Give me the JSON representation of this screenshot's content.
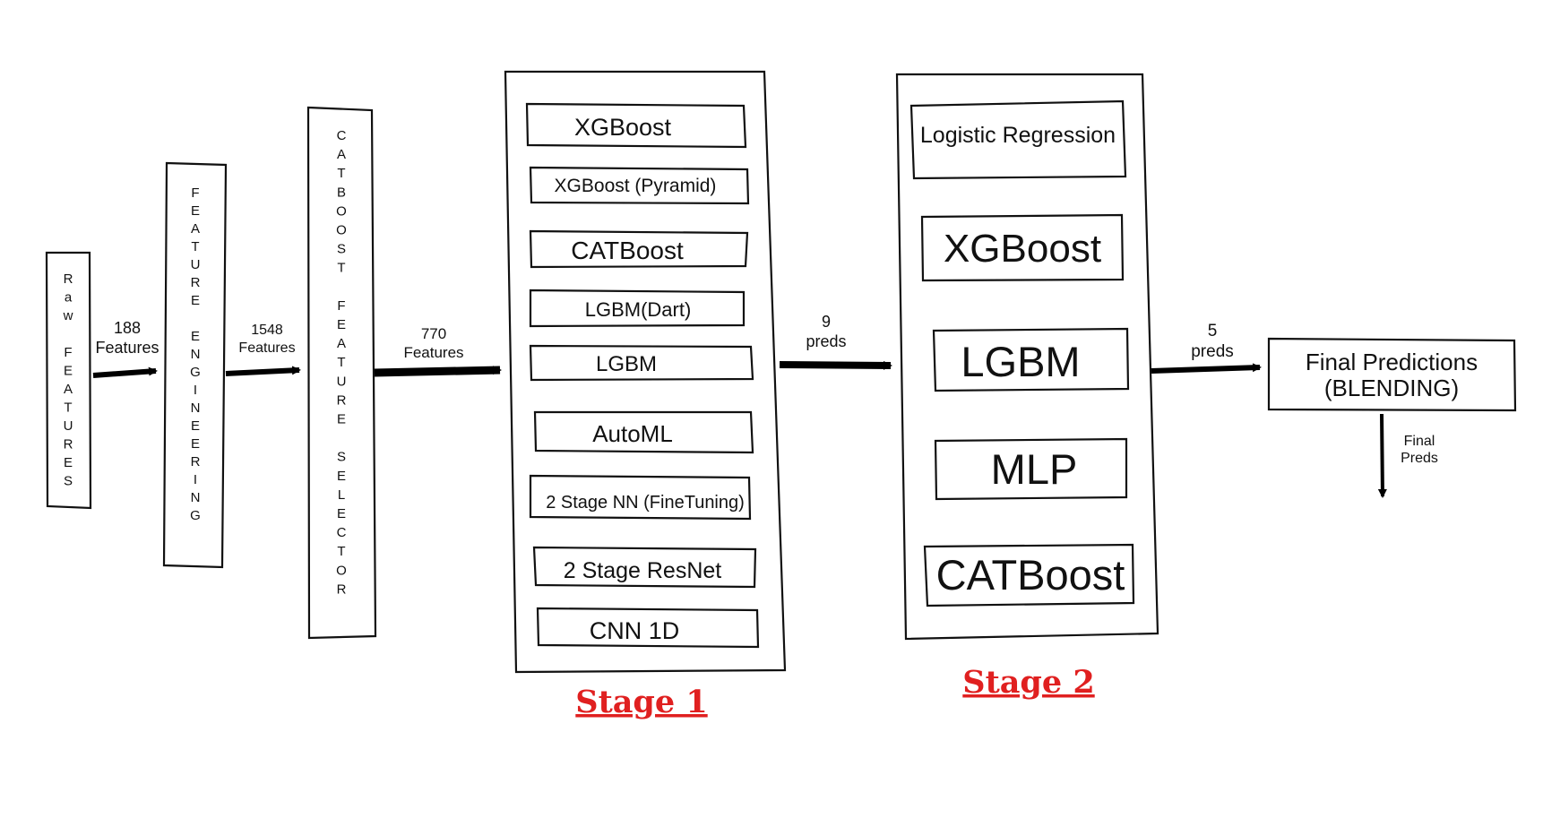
{
  "nodes": {
    "raw_features": "Raw FEATURES",
    "feature_engineering": "FEATURE ENGINEERING",
    "catboost_selector": "CATBOOST FEATURE SELECTOR",
    "final_predictions": {
      "line1": "Final Predictions",
      "line2": "(BLENDING)"
    }
  },
  "edges": {
    "raw_to_fe": {
      "line1": "188",
      "line2": "Features"
    },
    "fe_to_selector": {
      "line1": "1548",
      "line2": "Features"
    },
    "selector_to_stage1": {
      "line1": "770",
      "line2": "Features"
    },
    "stage1_to_stage2": {
      "line1": "9",
      "line2": "preds"
    },
    "stage2_to_final": {
      "line1": "5",
      "line2": "preds"
    },
    "final_output": {
      "line1": "Final",
      "line2": "Preds"
    }
  },
  "stage1": {
    "label": "Stage 1",
    "models": [
      "XGBoost",
      "XGBoost (Pyramid)",
      "CATBoost",
      "LGBM(Dart)",
      "LGBM",
      "AutoML",
      "2 Stage NN (FineTuning)",
      "2 Stage ResNet",
      "CNN 1D"
    ]
  },
  "stage2": {
    "label": "Stage 2",
    "models": [
      "Logistic Regression",
      "XGBoost",
      "LGBM",
      "MLP",
      "CATBoost"
    ]
  },
  "colors": {
    "stage_label": "#e02020",
    "stroke": "#111111"
  }
}
